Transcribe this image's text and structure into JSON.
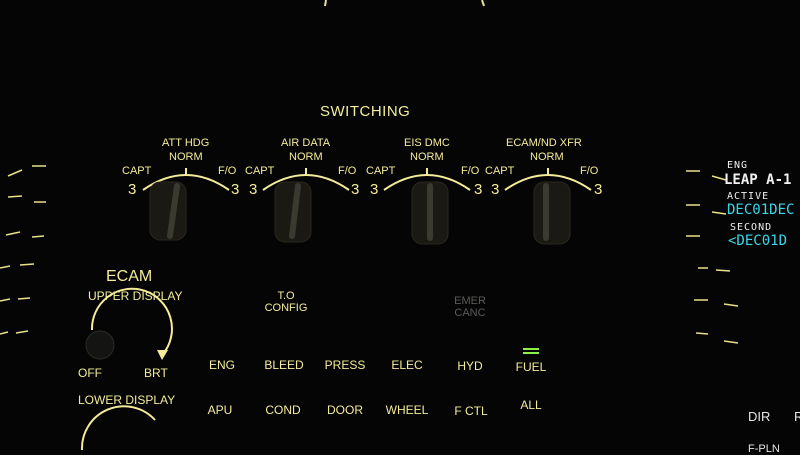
{
  "switching": {
    "title": "SWITCHING",
    "capt": "CAPT",
    "fo": "F/O",
    "norm": "NORM",
    "num": "3",
    "selectors": [
      {
        "name": "ATT HDG"
      },
      {
        "name": "AIR DATA"
      },
      {
        "name": "EIS DMC"
      },
      {
        "name": "ECAM/ND XFR"
      }
    ]
  },
  "ecam": {
    "title": "ECAM",
    "upper_display": "UPPER DISPLAY",
    "off": "OFF",
    "brt": "BRT",
    "lower_display": "LOWER DISPLAY",
    "to_config_line1": "T.O",
    "to_config_line2": "CONFIG",
    "emer_canc_line1": "EMER",
    "emer_canc_line2": "CANC",
    "row1": [
      "ENG",
      "BLEED",
      "PRESS",
      "ELEC",
      "HYD",
      "FUEL"
    ],
    "row2": [
      "APU",
      "COND",
      "DOOR",
      "WHEEL",
      "F CTL",
      "ALL"
    ]
  },
  "right_display": {
    "eng_label": "ENG",
    "eng_value": "LEAP A-1",
    "active_label": "ACTIVE",
    "active_value": "DEC01DEC",
    "second_label": "SECOND",
    "second_value": "<DEC01D",
    "dir": "DIR",
    "r": "R",
    "bottom": "F-PLN"
  },
  "colors": {
    "label": "#f4ec9a",
    "fuel_indicator": "#8cf04a",
    "cyan": "#39d7ea"
  }
}
